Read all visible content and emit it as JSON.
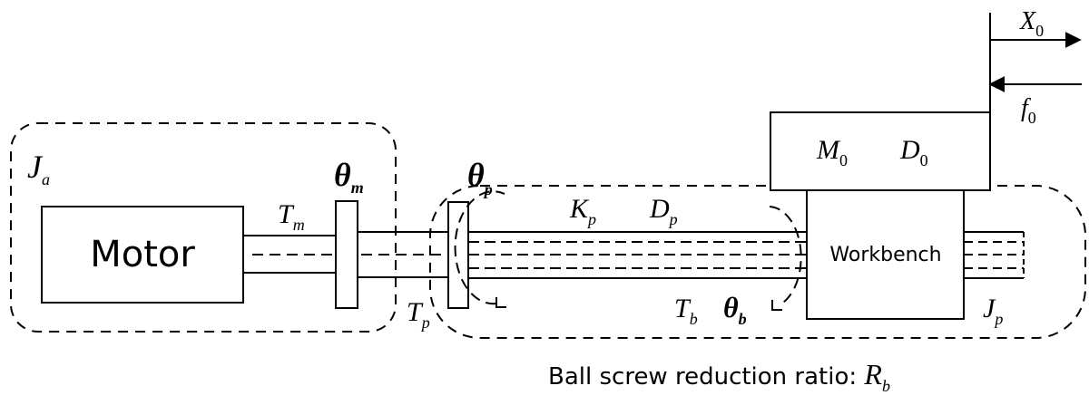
{
  "components": {
    "motor": "Motor",
    "workbench": "Workbench"
  },
  "symbols": {
    "Ja": {
      "main": "J",
      "sub": "a"
    },
    "theta_m": {
      "main": "θ",
      "sub": "m"
    },
    "Tm": {
      "main": "T",
      "sub": "m"
    },
    "theta_p": {
      "main": "θ",
      "sub": "p"
    },
    "Tp": {
      "main": "T",
      "sub": "p"
    },
    "Kp": {
      "main": "K",
      "sub": "p"
    },
    "Dp": {
      "main": "D",
      "sub": "p"
    },
    "Tb": {
      "main": "T",
      "sub": "b"
    },
    "theta_b": {
      "main": "θ",
      "sub": "b"
    },
    "Jp": {
      "main": "J",
      "sub": "p"
    },
    "M0": {
      "main": "M",
      "sub": "0"
    },
    "D0": {
      "main": "D",
      "sub": "0"
    },
    "X0": {
      "main": "X",
      "sub": "0"
    },
    "f0": {
      "main": "f",
      "sub": "0"
    }
  },
  "caption": {
    "text": "Ball screw reduction ratio: ",
    "symbol": {
      "main": "R",
      "sub": "b"
    }
  }
}
